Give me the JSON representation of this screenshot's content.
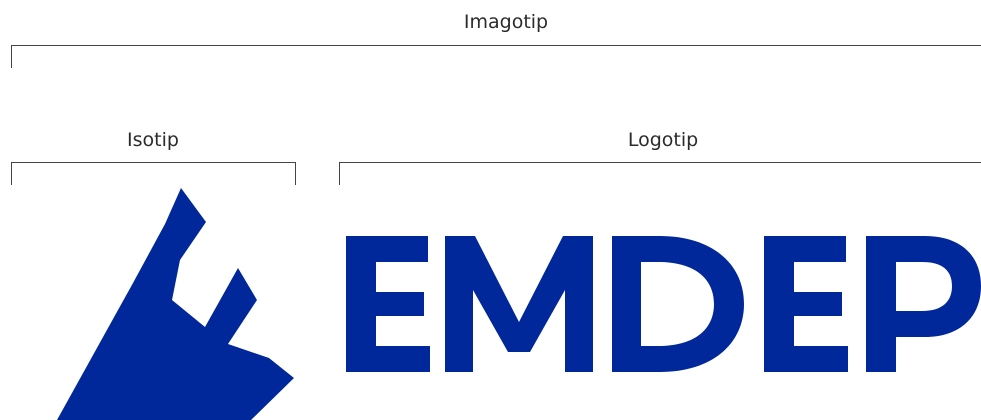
{
  "labels": {
    "imagotip": "Imagotip",
    "isotip": "Isotip",
    "logotip": "Logotip"
  },
  "logo": {
    "wordmark_letters": [
      "E",
      "M",
      "D",
      "E",
      "P"
    ],
    "brand_color": "#00289A"
  },
  "colors": {
    "bracket_line": "#444444",
    "label_text": "#2b2b2b",
    "background": "#ffffff"
  }
}
